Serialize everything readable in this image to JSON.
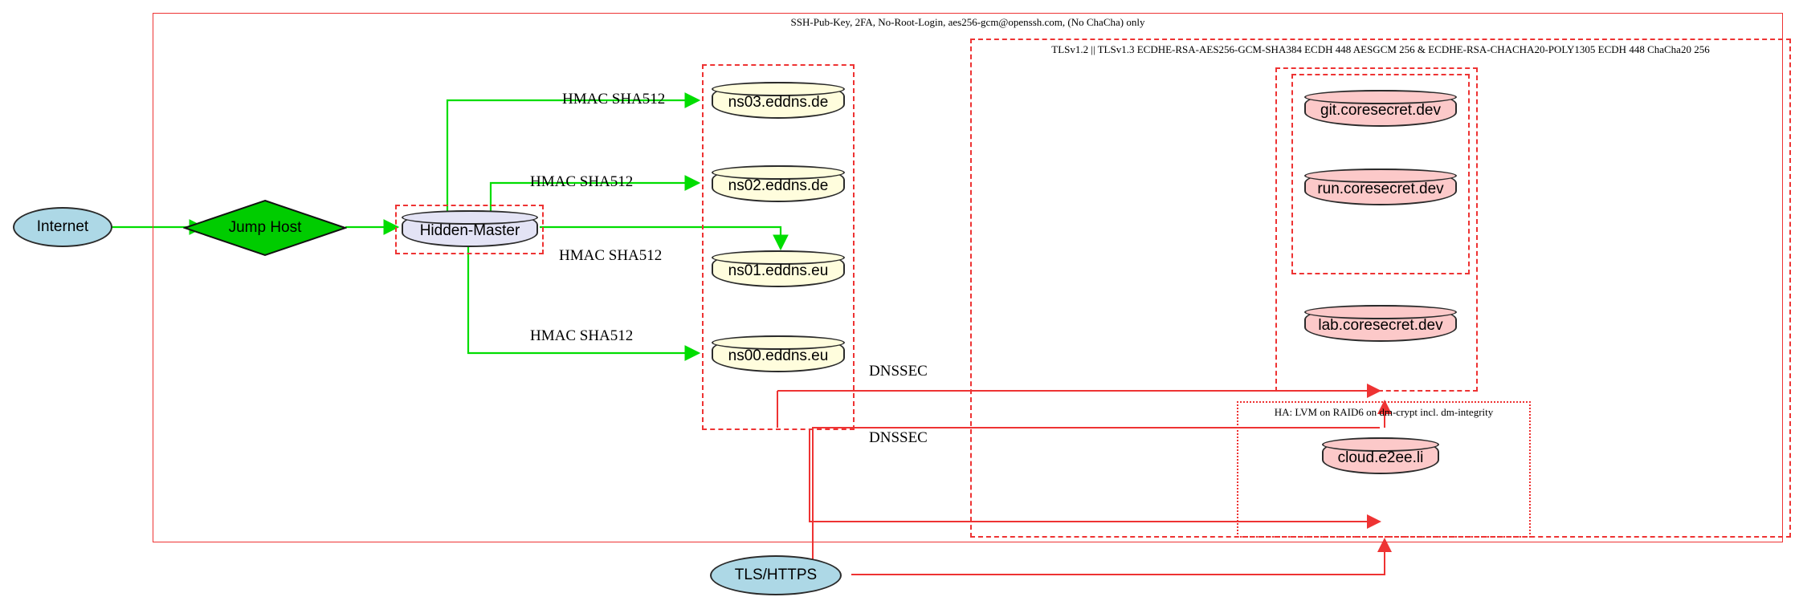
{
  "diagram": {
    "title_label": "SSH-Pub-Key, 2FA, No-Root-Login, aes256-gcm@openssh.com, (No ChaCha) only",
    "colors": {
      "cluster_border": "#ee3333",
      "secure_edge": "#00dd00",
      "dnssec_edge": "#ee3333",
      "dns_node_fill": "#fffddd",
      "master_node_fill": "#e3e3f5",
      "service_node_fill": "#fcc9c9",
      "endpoint_fill": "#add8e6",
      "jump_host_fill": "#00cc00"
    }
  },
  "clusters": {
    "outer_ssh": {
      "label": "SSH-Pub-Key, 2FA, No-Root-Login, aes256-gcm@openssh.com, (No ChaCha) only"
    },
    "tls": {
      "label": "TLSv1.2 || TLSv1.3 ECDHE-RSA-AES256-GCM-SHA384 ECDH 448 AESGCM 256 & ECDHE-RSA-CHACHA20-POLY1305 ECDH 448 ChaCha20 256"
    },
    "ha": {
      "label": "HA: LVM on RAID6 on dm-crypt incl. dm-integrity"
    },
    "hidden_master": {
      "label": ""
    },
    "dns_group": {
      "label": ""
    },
    "coresecret_group": {
      "label": ""
    },
    "coresecret_inner": {
      "label": ""
    }
  },
  "nodes": {
    "internet": {
      "label": "Internet",
      "shape": "ellipse"
    },
    "jump_host": {
      "label": "Jump Host",
      "shape": "diamond"
    },
    "hidden_master": {
      "label": "Hidden-Master",
      "shape": "cylinder"
    },
    "ns03": {
      "label": "ns03.eddns.de",
      "shape": "cylinder"
    },
    "ns02": {
      "label": "ns02.eddns.de",
      "shape": "cylinder"
    },
    "ns01": {
      "label": "ns01.eddns.eu",
      "shape": "cylinder"
    },
    "ns00": {
      "label": "ns00.eddns.eu",
      "shape": "cylinder"
    },
    "git": {
      "label": "git.coresecret.dev",
      "shape": "cylinder"
    },
    "run": {
      "label": "run.coresecret.dev",
      "shape": "cylinder"
    },
    "lab": {
      "label": "lab.coresecret.dev",
      "shape": "cylinder"
    },
    "cloud": {
      "label": "cloud.e2ee.li",
      "shape": "cylinder"
    },
    "tls_https": {
      "label": "TLS/HTTPS",
      "shape": "ellipse"
    }
  },
  "edges": [
    {
      "id": "e0",
      "from": "internet",
      "to": "jump_host",
      "label": ""
    },
    {
      "id": "e1",
      "from": "jump_host",
      "to": "hidden_master",
      "label": ""
    },
    {
      "id": "e2",
      "from": "hidden_master",
      "to": "ns03",
      "label": "HMAC SHA512"
    },
    {
      "id": "e3",
      "from": "hidden_master",
      "to": "ns02",
      "label": "HMAC SHA512"
    },
    {
      "id": "e4",
      "from": "hidden_master",
      "to": "ns01",
      "label": "HMAC SHA512"
    },
    {
      "id": "e5",
      "from": "hidden_master",
      "to": "ns00",
      "label": "HMAC SHA512"
    },
    {
      "id": "e6",
      "from": "dns_group",
      "to": "coresecret",
      "label": "DNSSEC"
    },
    {
      "id": "e7",
      "from": "dns_group",
      "to": "cloud",
      "label": "DNSSEC"
    },
    {
      "id": "e8",
      "from": "tls_https",
      "to": "coresecret",
      "label": ""
    },
    {
      "id": "e9",
      "from": "tls_https",
      "to": "cloud",
      "label": ""
    }
  ],
  "edge_labels": {
    "hmac_1": "HMAC SHA512",
    "hmac_2": "HMAC SHA512",
    "hmac_3": "HMAC SHA512",
    "hmac_4": "HMAC SHA512",
    "dnssec_1": "DNSSEC",
    "dnssec_2": "DNSSEC"
  }
}
